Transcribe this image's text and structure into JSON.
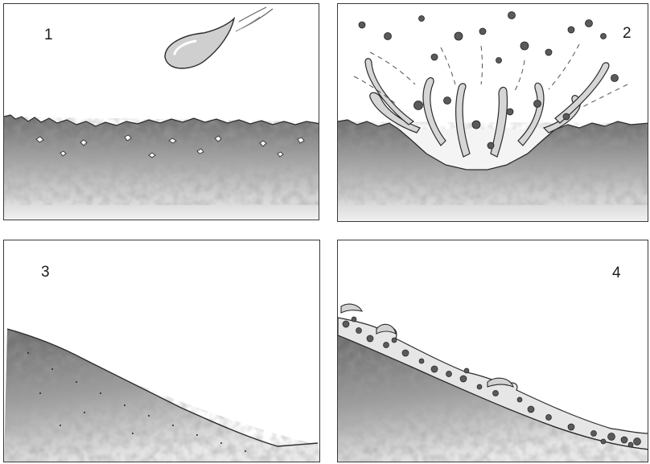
{
  "panels": [
    {
      "label": "1"
    },
    {
      "label": "2"
    },
    {
      "label": "3"
    },
    {
      "label": "4"
    }
  ],
  "colors": {
    "outline": "#2b2b2b",
    "soil_light": "#c9c9c9",
    "soil_mid": "#9a9a9a",
    "soil_dark": "#5f5f5f",
    "water": "#d8d8d8"
  }
}
